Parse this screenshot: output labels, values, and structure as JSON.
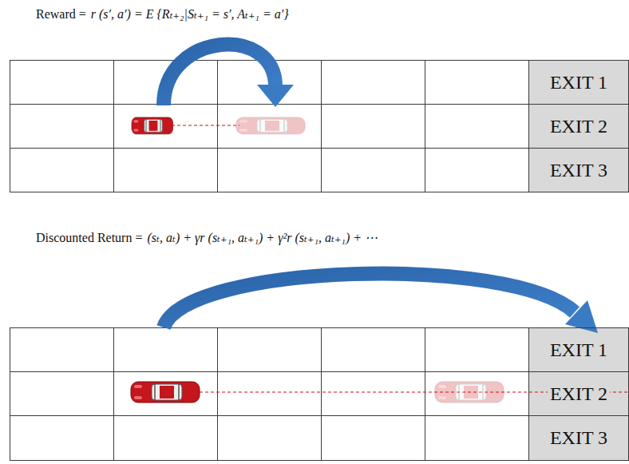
{
  "diagram": {
    "nodes": [
      {
        "text": [
          "EXIT 1"
        ]
      },
      {
        "text": [
          "EXIT 2"
        ]
      },
      {
        "text": [
          "EXIT 3"
        ]
      },
      {
        "text": [
          "EXIT 1"
        ]
      },
      {
        "text": [
          "EXIT 2"
        ]
      },
      {
        "text": [
          "EXIT 3"
        ]
      }
    ],
    "labels": [
      "Reward =",
      "r (s′, a′) = E {Rₜ₊₂|Sₜ₊₁ = s′, Aₜ₊₁ = a′}",
      "Discounted Return =",
      "(sₜ, aₜ) + γr (sₜ₊₁, aₜ₊₁) + γ²r (sₜ₊₁, aₜ₊₁) + ⋯"
    ]
  }
}
